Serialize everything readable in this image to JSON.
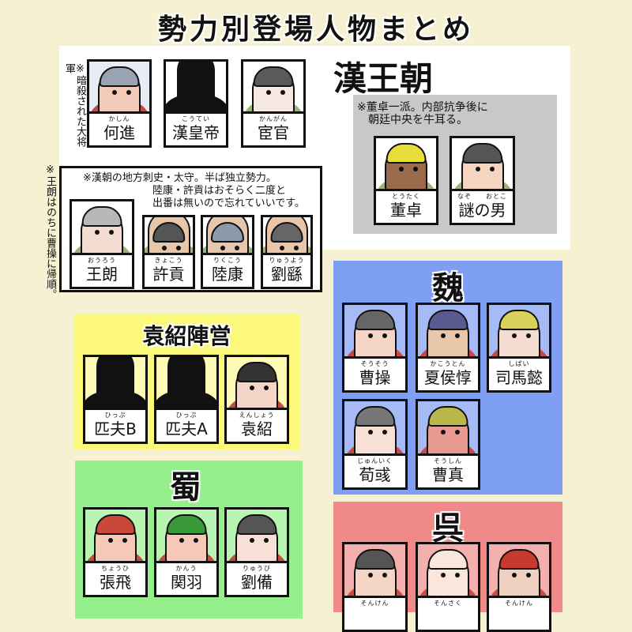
{
  "title": "勢力別登場人物まとめ",
  "han": {
    "title": "漢王朝",
    "note_hejin": "※暗殺された大将軍",
    "characters": [
      {
        "name": "何進",
        "ruby": "かしん"
      },
      {
        "name": "漢皇帝",
        "ruby": "こうてい"
      },
      {
        "name": "宦官",
        "ruby": "かんがん"
      }
    ],
    "local_note": [
      "※漢朝の地方刺史・太守。半ば独立勢力。",
      "陸康・許貢はおそらく二度と",
      "出番は無いので忘れていいです。"
    ],
    "local": [
      {
        "name": "王朗",
        "ruby": "おうろう"
      },
      {
        "name": "許貢",
        "ruby": "きょこう"
      },
      {
        "name": "陸康",
        "ruby": "りくこう"
      },
      {
        "name": "劉繇",
        "ruby": "りゅうよう"
      }
    ],
    "wang_note": "※王朗はのちに曹操に帰順。",
    "dong_note": [
      "※董卓一派。内部抗争後に",
      "朝廷中央を牛耳る。"
    ],
    "dong": [
      {
        "name": "董卓",
        "ruby": "とうたく"
      },
      {
        "name": "謎の男",
        "ruby": "なぞ　　おとこ"
      }
    ]
  },
  "wei": {
    "title": "魏",
    "color": "#7fa0f2",
    "characters": [
      {
        "name": "曹操",
        "ruby": "そうそう"
      },
      {
        "name": "夏侯惇",
        "ruby": "かこうとん"
      },
      {
        "name": "司馬懿",
        "ruby": "しばい"
      },
      {
        "name": "荀彧",
        "ruby": "じゅんいく"
      },
      {
        "name": "曹真",
        "ruby": "そうしん"
      }
    ]
  },
  "yuan": {
    "title": "袁紹陣営",
    "color": "#fbf87a",
    "characters": [
      {
        "name": "匹夫B",
        "ruby": "ひっぷ"
      },
      {
        "name": "匹夫A",
        "ruby": "ひっぷ"
      },
      {
        "name": "袁紹",
        "ruby": "えんしょう"
      }
    ]
  },
  "shu": {
    "title": "蜀",
    "color": "#94ef8c",
    "characters": [
      {
        "name": "張飛",
        "ruby": "ちょうひ"
      },
      {
        "name": "関羽",
        "ruby": "かんう"
      },
      {
        "name": "劉備",
        "ruby": "りゅうび"
      }
    ]
  },
  "wu": {
    "title": "呉",
    "color": "#f08a88",
    "characters": [
      {
        "name": "",
        "ruby": "そんけん"
      },
      {
        "name": "",
        "ruby": "そんさく"
      },
      {
        "name": "",
        "ruby": "そんけん"
      }
    ]
  }
}
